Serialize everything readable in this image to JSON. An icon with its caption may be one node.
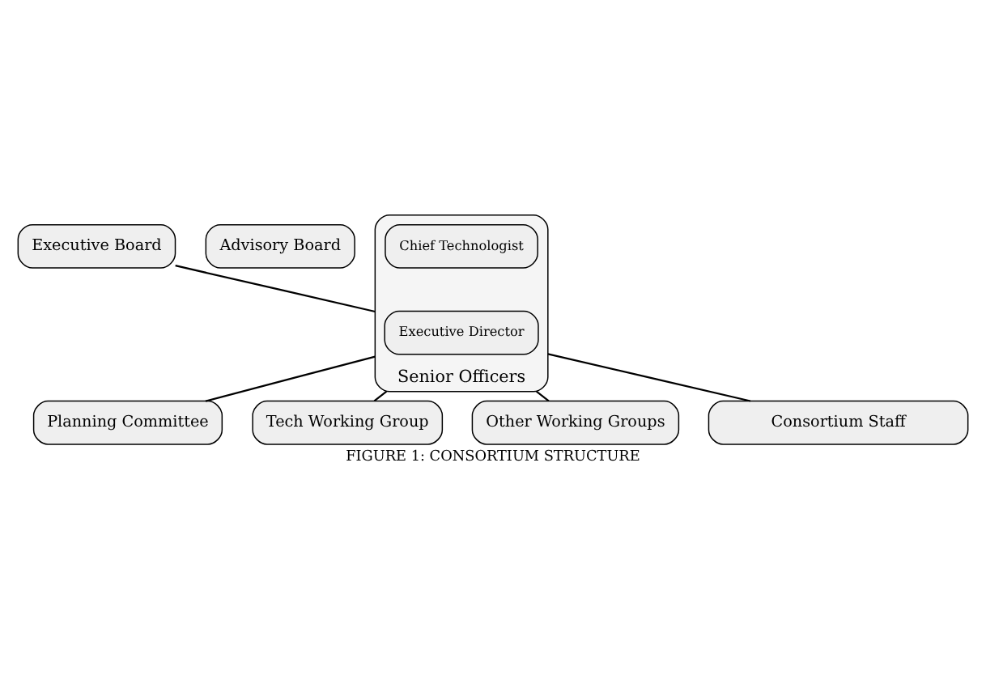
{
  "diagram": {
    "caption": "FIGURE 1: CONSORTIUM STRUCTURE",
    "nodes": [
      {
        "text": [
          "Executive Board"
        ]
      },
      {
        "text": [
          "Advisory Board"
        ]
      },
      {
        "text": [
          "Senior Officers"
        ]
      },
      {
        "text": [
          "Executive Director"
        ],
        "in": 2
      },
      {
        "text": [
          "Chief Technologist"
        ],
        "in": 2
      },
      {
        "text": [
          "Planning Committee"
        ]
      },
      {
        "text": [
          "Tech Working Group"
        ]
      },
      {
        "text": [
          "Other Working Groups"
        ]
      },
      {
        "text": [
          "Consortium Staff"
        ]
      }
    ],
    "edges": [
      {
        "from": 0,
        "to": 2,
        "arrow": "none"
      },
      {
        "from": 2,
        "to": 5,
        "arrow": "none"
      },
      {
        "from": 2,
        "to": 6,
        "arrow": "none"
      },
      {
        "from": 2,
        "to": 7,
        "arrow": "none"
      },
      {
        "from": 2,
        "to": 8,
        "arrow": "none"
      }
    ]
  }
}
